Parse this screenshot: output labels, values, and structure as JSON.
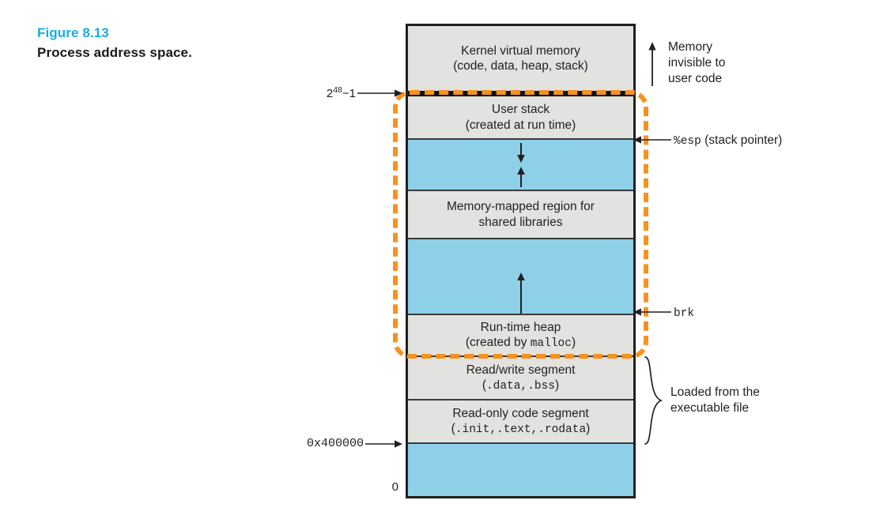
{
  "caption": {
    "figure_number": "Figure 8.13",
    "title": "Process address space.",
    "accent_color": "#1BABE0"
  },
  "colors": {
    "block_gray": "#E2E2E0",
    "block_blue": "#8DD0E8",
    "highlight_orange": "#F7921E",
    "outline": "#231f20"
  },
  "diagram": {
    "type": "memory-layout",
    "blocks": [
      {
        "id": "kernel",
        "fill": "gray",
        "line1": "Kernel virtual memory",
        "line2": "(code, data, heap, stack)",
        "mono2": false
      },
      {
        "id": "user-stack",
        "fill": "gray",
        "line1": "User stack",
        "line2": "(created at run time)",
        "mono2": false
      },
      {
        "id": "stack-gap",
        "fill": "blue",
        "line1": "",
        "line2": "",
        "mono2": false
      },
      {
        "id": "mmap",
        "fill": "gray",
        "line1": "Memory-mapped region for",
        "line2": "shared libraries",
        "mono2": false
      },
      {
        "id": "heap-gap",
        "fill": "blue",
        "line1": "",
        "line2": "",
        "mono2": false
      },
      {
        "id": "heap",
        "fill": "gray",
        "line1": "Run-time heap",
        "line2_pre": "(created by ",
        "line2_mono": "malloc",
        "line2_post": ")",
        "mono2": true
      },
      {
        "id": "rw-segment",
        "fill": "gray",
        "line1": "Read/write segment",
        "line2_pre": "(",
        "line2_mono": ".data,.bss",
        "line2_post": ")",
        "mono2": true
      },
      {
        "id": "ro-segment",
        "fill": "gray",
        "line1": "Read-only code segment",
        "line2_pre": "(",
        "line2_mono": ".init,.text,.rodata",
        "line2_post": ")",
        "mono2": true
      },
      {
        "id": "low-memory",
        "fill": "blue",
        "line1": "",
        "line2": "",
        "mono2": false
      }
    ],
    "address_labels": [
      {
        "id": "top-address",
        "text_pre": "2",
        "text_sup": "48",
        "text_post": "−1",
        "has_arrow": true
      },
      {
        "id": "load-address",
        "text": "0x400000",
        "has_arrow": true,
        "mono": true
      },
      {
        "id": "zero-address",
        "text": "0",
        "has_arrow": false,
        "mono": false
      }
    ],
    "annotations": [
      {
        "id": "kernel-note",
        "lines": [
          "Memory",
          "invisible to",
          "user code"
        ],
        "marker": "up-arrow"
      },
      {
        "id": "esp-pointer",
        "mono_text": "%esp",
        "plain_text": "(stack pointer)",
        "marker": "left-arrow"
      },
      {
        "id": "brk-pointer",
        "mono_text": "brk",
        "plain_text": "",
        "marker": "left-arrow"
      },
      {
        "id": "loaded-note",
        "lines": [
          "Loaded from the",
          "executable file"
        ],
        "marker": "brace"
      }
    ]
  }
}
